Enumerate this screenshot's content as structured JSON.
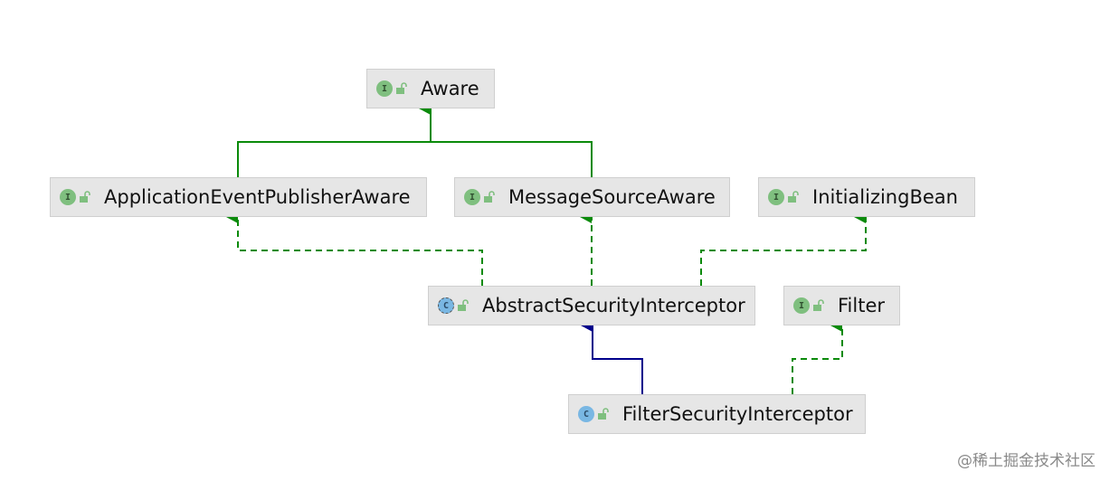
{
  "diagram": {
    "nodes": [
      {
        "id": "aware",
        "name": "Aware",
        "kind": "interface",
        "kind_letter": "I"
      },
      {
        "id": "appEventPublisherAware",
        "name": "ApplicationEventPublisherAware",
        "kind": "interface",
        "kind_letter": "I"
      },
      {
        "id": "messageSourceAware",
        "name": "MessageSourceAware",
        "kind": "interface",
        "kind_letter": "I"
      },
      {
        "id": "initializingBean",
        "name": "InitializingBean",
        "kind": "interface",
        "kind_letter": "I"
      },
      {
        "id": "abstractSecurityInterceptor",
        "name": "AbstractSecurityInterceptor",
        "kind": "abstract-class",
        "kind_letter": "C"
      },
      {
        "id": "filter",
        "name": "Filter",
        "kind": "interface",
        "kind_letter": "I"
      },
      {
        "id": "filterSecurityInterceptor",
        "name": "FilterSecurityInterceptor",
        "kind": "class",
        "kind_letter": "C"
      }
    ],
    "edges": [
      {
        "from": "appEventPublisherAware",
        "to": "aware",
        "relation": "extends"
      },
      {
        "from": "messageSourceAware",
        "to": "aware",
        "relation": "extends"
      },
      {
        "from": "abstractSecurityInterceptor",
        "to": "appEventPublisherAware",
        "relation": "implements"
      },
      {
        "from": "abstractSecurityInterceptor",
        "to": "messageSourceAware",
        "relation": "implements"
      },
      {
        "from": "abstractSecurityInterceptor",
        "to": "initializingBean",
        "relation": "implements"
      },
      {
        "from": "filterSecurityInterceptor",
        "to": "abstractSecurityInterceptor",
        "relation": "extends-class"
      },
      {
        "from": "filterSecurityInterceptor",
        "to": "filter",
        "relation": "implements"
      }
    ],
    "colors": {
      "interface_edge": "#0a8a0a",
      "class_edge": "#00008b",
      "node_fill": "#e6e6e6",
      "interface_icon": "#7fbf7f",
      "class_icon": "#79b7e3"
    }
  },
  "watermark": "@稀土掘金技术社区"
}
